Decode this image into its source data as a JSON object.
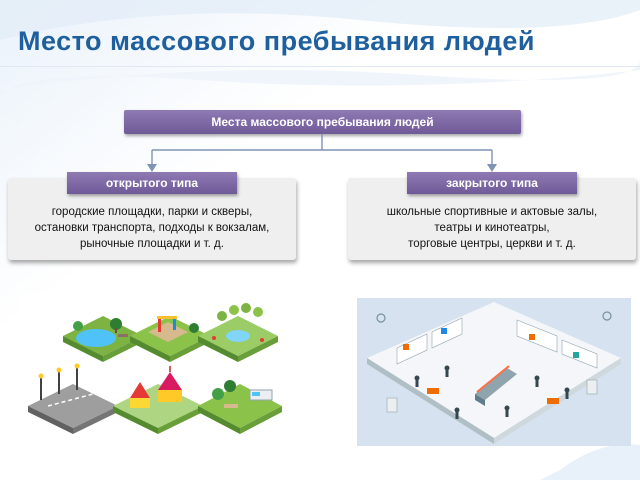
{
  "slide": {
    "title": "Место массового пребывания людей"
  },
  "diagram": {
    "root": "Места массового пребывания людей",
    "categories": [
      {
        "label": "открытого типа",
        "lines": [
          "городские площадки, парки и скверы,",
          "остановки транспорта, подходы к вокзалам,",
          "рыночные площадки и т. д."
        ]
      },
      {
        "label": "закрытого типа",
        "lines": [
          "школьные спортивные и актовые залы,",
          "театры и кинотеатры,",
          "торговые центры, церкви и т. д."
        ]
      }
    ]
  },
  "colors": {
    "title": "#1f5f9e",
    "box_purple": "#7a65a3",
    "panel_grey": "#efefef",
    "arrow_blue": "#7e93b5"
  },
  "illustrations": [
    {
      "name": "open-type-places-illustration"
    },
    {
      "name": "closed-type-places-illustration"
    }
  ]
}
